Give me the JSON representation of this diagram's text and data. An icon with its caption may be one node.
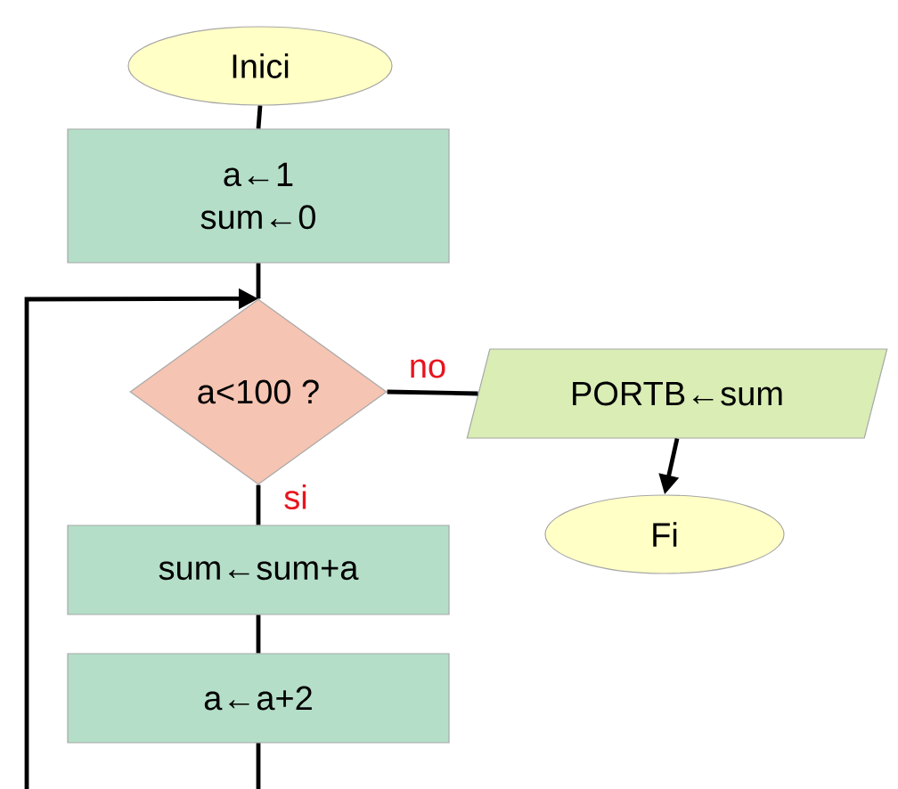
{
  "diagram": {
    "nodes": [
      {
        "text": [
          "Inici"
        ]
      },
      {
        "text": [
          "a←1",
          "sum←0"
        ]
      },
      {
        "text": [
          "a<100 ?"
        ]
      },
      {
        "text": [
          "PORTB←sum"
        ]
      },
      {
        "text": [
          "Fi"
        ]
      },
      {
        "text": [
          "sum←sum+a"
        ]
      },
      {
        "text": [
          "a←a+2"
        ]
      }
    ],
    "edges": [
      {
        "from": 0,
        "to": 1,
        "arrow": "none"
      },
      {
        "from": 1,
        "to": 2,
        "arrow": "none"
      },
      {
        "from": 2,
        "to": 3,
        "arrow": "none",
        "label": "no"
      },
      {
        "from": 3,
        "to": 4,
        "arrow": "to"
      },
      {
        "from": 2,
        "to": 5,
        "arrow": "none",
        "label": "si"
      },
      {
        "from": 5,
        "to": 6,
        "arrow": "none"
      },
      {
        "from": 6,
        "to": 2,
        "arrow": "to"
      }
    ]
  }
}
